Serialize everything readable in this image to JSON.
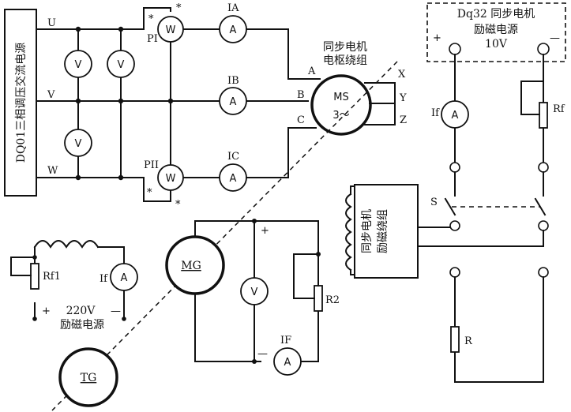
{
  "panel_label": "DQ01三相调压交流电源",
  "phase_labels": [
    "U",
    "V",
    "W"
  ],
  "voltmeter_symbol": "V",
  "ammeter_symbol": "A",
  "wattmeter_symbol": "W",
  "star_mark": "*",
  "wattmeter_labels": [
    "PI",
    "PII"
  ],
  "current_labels": [
    "IA",
    "IB",
    "IC"
  ],
  "armature_label": [
    "同步电机",
    "电枢绕组"
  ],
  "terminal_labels": [
    "A",
    "B",
    "C",
    "X",
    "Y",
    "Z"
  ],
  "ms_labels": [
    "MS",
    "3～"
  ],
  "excitation_box": [
    "Dq32 同步电机",
    "励磁电源",
    "10V"
  ],
  "plus_sign": "+",
  "minus_sign": "—",
  "if_label": "If",
  "rf_label": "Rf",
  "s_label": "S",
  "field_winding_label": [
    "同步电机",
    "励磁绕组"
  ],
  "r_label": "R",
  "rf1_label": "Rf1",
  "supply_220_label": [
    "220V",
    "励磁电源"
  ],
  "mg_label": "MG",
  "r2_label": "R2",
  "ifcap_label": "IF",
  "tg_label": "TG"
}
